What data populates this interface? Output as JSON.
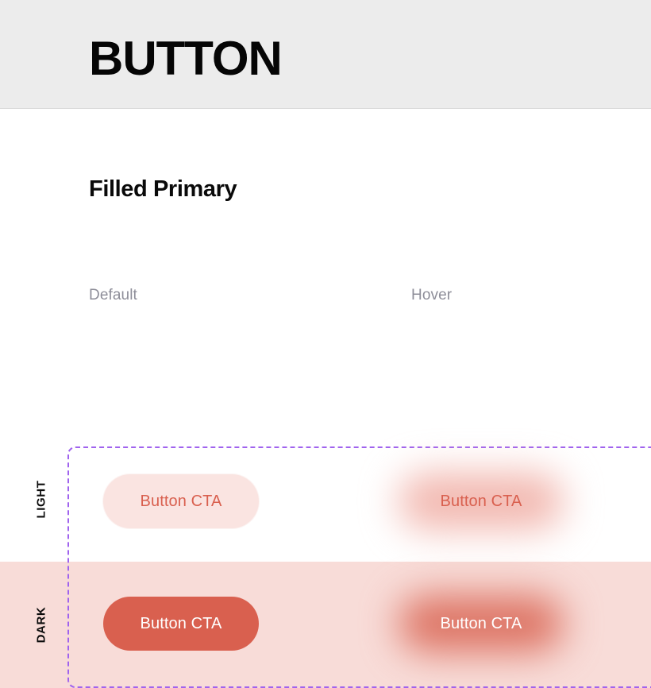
{
  "header": {
    "title": "BUTTON",
    "background": "#ececec",
    "border_color": "#d8d8d8"
  },
  "section": {
    "title": "Filled Primary"
  },
  "columns": [
    {
      "key": "default",
      "label": "Default"
    },
    {
      "key": "hover",
      "label": "Hover"
    }
  ],
  "rows": [
    {
      "key": "light",
      "label": "LIGHT",
      "background": "#ffffff"
    },
    {
      "key": "dark",
      "label": "DARK",
      "background": "#f8dcd8"
    }
  ],
  "selection_frame": {
    "style": "dashed",
    "color": "#a063ee"
  },
  "buttons": {
    "light_default": {
      "label": "Button CTA",
      "fill": "#fae4e1",
      "text_color": "#d9604f",
      "state": "default",
      "theme": "light"
    },
    "light_hover": {
      "label": "Button CTA",
      "fill": "#f2b8b0",
      "text_color": "#d9604f",
      "state": "hover",
      "theme": "light"
    },
    "dark_default": {
      "label": "Button CTA",
      "fill": "#d9604f",
      "text_color": "#ffffff",
      "state": "default",
      "theme": "dark"
    },
    "dark_hover": {
      "label": "Button CTA",
      "fill": "#dd7464",
      "text_color": "#ffffff",
      "state": "hover",
      "theme": "dark"
    }
  }
}
